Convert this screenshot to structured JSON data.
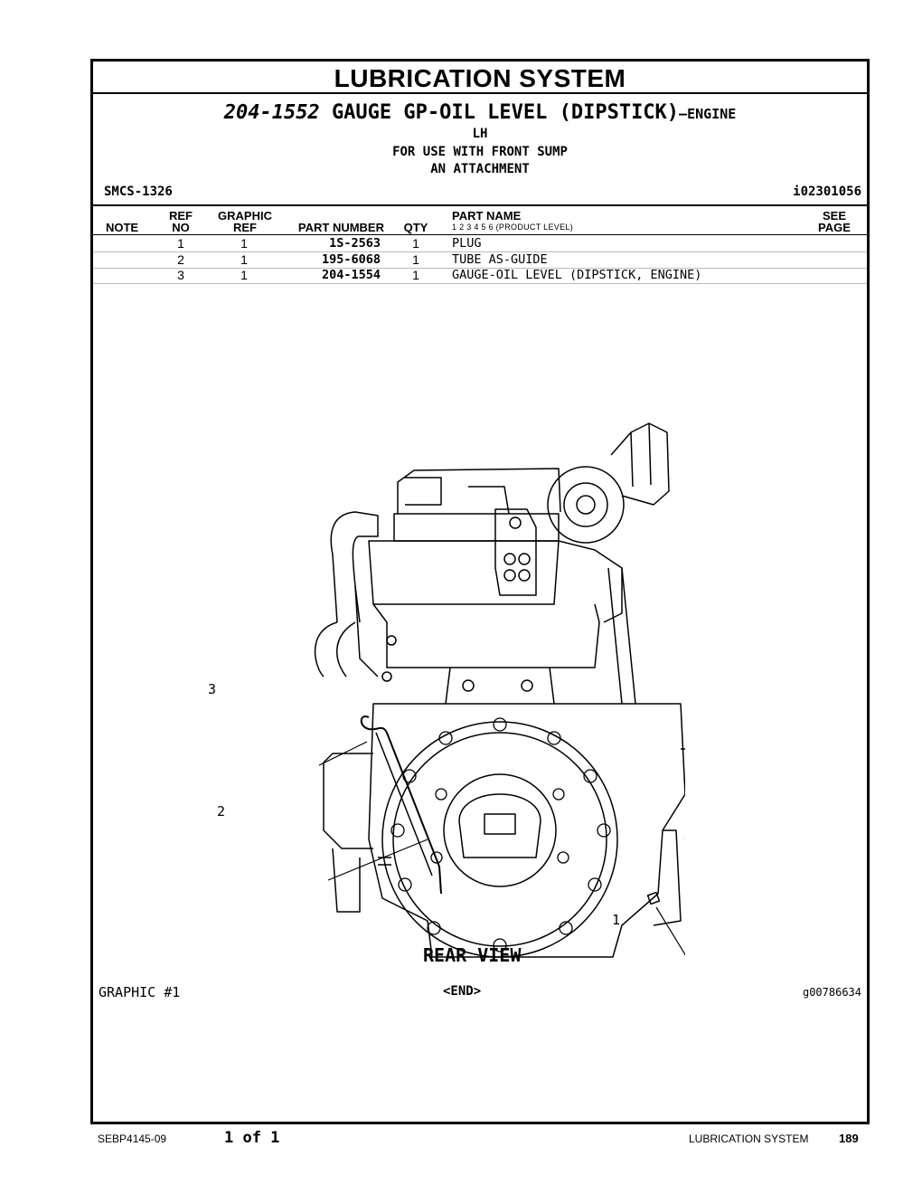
{
  "section_title": "LUBRICATION SYSTEM",
  "group": {
    "part_number": "204-1552",
    "name": "GAUGE GP-OIL LEVEL (DIPSTICK)",
    "suffix": "—ENGINE",
    "line2": "LH",
    "line3": "FOR USE WITH FRONT SUMP",
    "line4": "AN ATTACHMENT"
  },
  "smcs": "SMCS-1326",
  "illustration_id": "i02301056",
  "table": {
    "headers": {
      "note": "NOTE",
      "ref_no_1": "REF",
      "ref_no_2": "NO",
      "graphic_ref_1": "GRAPHIC",
      "graphic_ref_2": "REF",
      "part_number": "PART NUMBER",
      "qty": "QTY",
      "part_name": "PART NAME",
      "product_level": "1    2    3    4    5    6   (PRODUCT LEVEL)",
      "see_page_1": "SEE",
      "see_page_2": "PAGE"
    },
    "rows": [
      {
        "ref_no": "1",
        "graphic_ref": "1",
        "part_number": "1S-2563",
        "qty": "1",
        "part_name": "PLUG"
      },
      {
        "ref_no": "2",
        "graphic_ref": "1",
        "part_number": "195-6068",
        "qty": "1",
        "part_name": "TUBE AS-GUIDE"
      },
      {
        "ref_no": "3",
        "graphic_ref": "1",
        "part_number": "204-1554",
        "qty": "1",
        "part_name": "GAUGE-OIL LEVEL (DIPSTICK, ENGINE)"
      }
    ]
  },
  "graphic": {
    "callouts": [
      "1",
      "2",
      "3"
    ],
    "view_label": "REAR VIEW",
    "graphic_number": "GRAPHIC #1",
    "end_marker": "<END>",
    "graphic_id": "g00786634"
  },
  "footer": {
    "doc_number": "SEBP4145-09",
    "page_of": "1 of 1",
    "section": "LUBRICATION SYSTEM",
    "page": "189"
  }
}
